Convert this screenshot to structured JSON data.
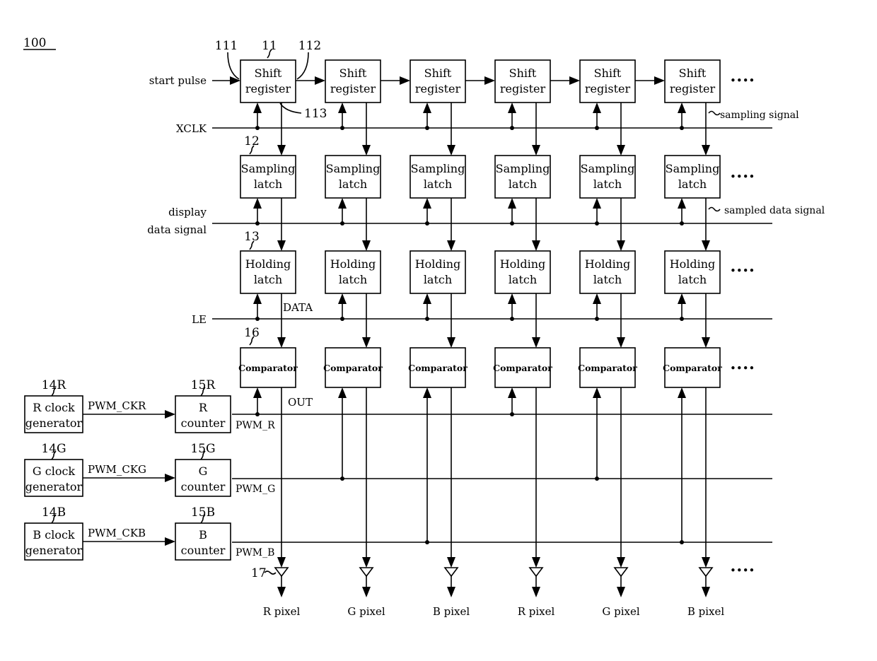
{
  "figure_ref": "100",
  "signals": {
    "start_pulse": "start pulse",
    "xclk": "XCLK",
    "display_data_line1": "display",
    "display_data_line2": "data signal",
    "le": "LE",
    "sampling_signal": "sampling signal",
    "sampled_data_signal": "sampled data signal",
    "data": "DATA",
    "out": "OUT"
  },
  "blocks": {
    "shift_register": [
      "Shift",
      "register"
    ],
    "sampling_latch": [
      "Sampling",
      "latch"
    ],
    "holding_latch": [
      "Holding",
      "latch"
    ],
    "comparator": "Comparator"
  },
  "ref_numbers": {
    "n111": "111",
    "n11": "11",
    "n112": "112",
    "n113": "113",
    "n12": "12",
    "n13": "13",
    "n16": "16",
    "n17": "17"
  },
  "generators": [
    {
      "ref": "14R",
      "line1": "R clock",
      "line2": "generator",
      "clk": "PWM_CKR",
      "cref": "15R",
      "cline1": "R",
      "cline2": "counter",
      "bus": "PWM_R"
    },
    {
      "ref": "14G",
      "line1": "G clock",
      "line2": "generator",
      "clk": "PWM_CKG",
      "cref": "15G",
      "cline1": "G",
      "cline2": "counter",
      "bus": "PWM_G"
    },
    {
      "ref": "14B",
      "line1": "B clock",
      "line2": "generator",
      "clk": "PWM_CKB",
      "cref": "15B",
      "cline1": "B",
      "cline2": "counter",
      "bus": "PWM_B"
    }
  ],
  "pixels": [
    "R pixel",
    "G pixel",
    "B pixel",
    "R pixel",
    "G pixel",
    "B pixel"
  ],
  "continuation": "••••"
}
